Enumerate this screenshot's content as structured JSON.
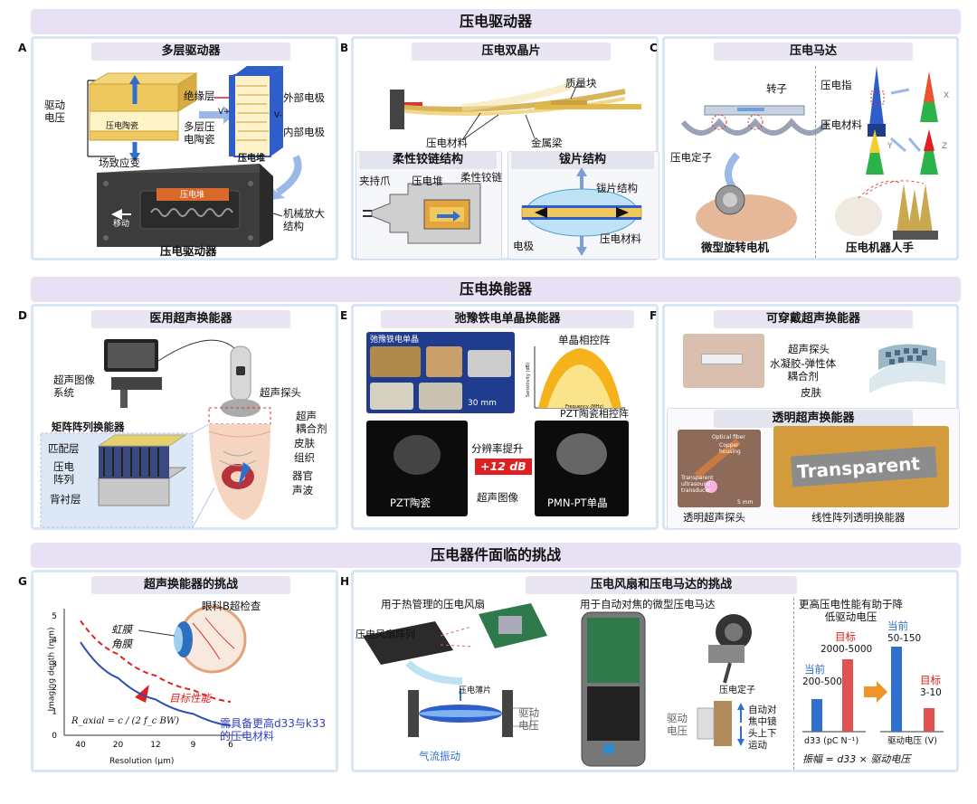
{
  "sections": {
    "actuator": "压电驱动器",
    "transducer": "压电换能器",
    "challenges": "压电器件面临的挑战"
  },
  "A": {
    "letter": "A",
    "title": "多层驱动器",
    "drive_voltage": "驱动\n电压",
    "ceramic": "压电陶瓷",
    "insulation": "绝缘层",
    "multilayer": "多层压\n电陶瓷",
    "outer_electrode": "外部电极",
    "inner_electrode": "内部电极",
    "v_plus": "V+",
    "v_minus": "V-",
    "stack": "压电堆",
    "field_strain": "场致应变",
    "stack_inner": "压电堆",
    "move": "移动",
    "mech_amp": "机械放大\n结构",
    "actuator": "压电驱动器"
  },
  "B": {
    "letter": "B",
    "title": "压电双晶片",
    "mass": "质量块",
    "piezo_material": "压电材料",
    "metal_beam": "金属梁",
    "hinge_title": "柔性铰链结构",
    "gripper": "夹持爪",
    "stack": "压电堆",
    "hinge": "柔性铰链",
    "cymbal_title": "钹片结构",
    "cymbal": "钹片结构",
    "electrode": "电极",
    "piezo_material2": "压电材料"
  },
  "C": {
    "letter": "C",
    "title": "压电马达",
    "rotor": "转子",
    "stator": "压电定子",
    "finger": "压电指",
    "material": "压电材料",
    "x": "X",
    "y": "Y",
    "z": "Z",
    "motor": "微型旋转电机",
    "hand": "压电机器人手"
  },
  "D": {
    "letter": "D",
    "title": "医用超声换能器",
    "imaging": "超声图像\n系统",
    "probe": "超声探头",
    "couplant": "超声\n耦合剂",
    "skin": "皮肤",
    "tissue": "组织",
    "organ": "器官",
    "wave": "声波",
    "matrix": "矩阵阵列换能器",
    "matching": "匹配层",
    "array": "压电\n阵列",
    "backing": "背衬层"
  },
  "E": {
    "letter": "E",
    "title": "弛豫铁电单晶换能器",
    "crystal": "弛豫铁电单晶",
    "scale": "30 mm",
    "phased": "单晶相控阵",
    "pzt_phased": "PZT陶瓷相控阵",
    "sens_axis": "Sensitivity (dB)",
    "freq_axis": "Frequency (MHz)",
    "res": "分辨率提升",
    "gain": "+12 dB",
    "us_image": "超声图像",
    "pzt": "PZT陶瓷",
    "pmn": "PMN-PT单晶"
  },
  "F": {
    "letter": "F",
    "title": "可穿戴超声换能器",
    "us_probe": "超声探头",
    "gel": "水凝胶-弹性体\n耦合剂",
    "skin": "皮肤",
    "transparent_title": "透明超声换能器",
    "fiber": "Optical fiber",
    "copper": "Copper\nhousing",
    "tut": "Transparent\nultrasound\ntransducer",
    "mm": "5 mm",
    "transparent_probe": "透明超声探头",
    "linear": "线性阵列透明换能器",
    "transparent_word": "Transparent"
  },
  "G": {
    "letter": "G",
    "title": "超声换能器的挑战",
    "eye": "眼科B超检查",
    "iris": "虹膜",
    "cornea": "角膜",
    "target": "目标性能",
    "formula": "R_axial = c / (2 f_c BW)",
    "need": "需具备更高d33与k33\n的压电材料",
    "ylabel": "Imaging depth (mm)",
    "xlabel": "Resolution (μm)"
  },
  "H": {
    "letter": "H",
    "title": "压电风扇和压电马达的挑战",
    "fan_title": "用于热管理的压电风扇",
    "fan_array": "压电风扇阵列",
    "film": "压电薄片",
    "airflow": "气流振动",
    "drive_v": "驱动\n电压",
    "motor_title": "用于自动对焦的微型压电马达",
    "stator": "压电定子",
    "drive_v2": "驱动\n电压",
    "autofocus": "自动对\n焦中镜\n头上下\n运动",
    "perf_title": "更高压电性能有助于降\n低驱动电压",
    "current": "当前",
    "target": "目标",
    "d33_cur": "200-500",
    "d33_tgt": "2000-5000",
    "v_cur": "50-150",
    "v_tgt": "3-10",
    "x_d33": "d33 (pC N⁻¹)",
    "x_v": "驱动电压 (V)",
    "formula": "振幅 = d33 × 驱动电压"
  },
  "chart_data": [
    {
      "type": "line",
      "title": "超声换能器的挑战",
      "xlabel": "Resolution (μm)",
      "ylabel": "Imaging depth (mm)",
      "x_ticks": [
        "40",
        "20",
        "12",
        "9",
        "6"
      ],
      "y_ticks": [
        0,
        1,
        2,
        3,
        4,
        5
      ],
      "ylim": [
        0,
        5
      ],
      "series": [
        {
          "name": "",
          "x": [
            40,
            20,
            12,
            9,
            6
          ],
          "y": [
            3.9,
            2.4,
            1.5,
            0.9,
            0.4
          ]
        },
        {
          "name": "目标性能",
          "x": [
            40,
            20,
            12,
            9,
            6
          ],
          "y": [
            4.8,
            3.4,
            2.5,
            1.9,
            1.4
          ]
        }
      ]
    },
    {
      "type": "bar",
      "title": "更高压电性能有助于降低驱动电压",
      "categories": [
        "d33 (pC N⁻¹)",
        "驱动电压 (V)"
      ],
      "series": [
        {
          "name": "当前",
          "values": [
            "200-500",
            "50-150"
          ]
        },
        {
          "name": "目标",
          "values": [
            "2000-5000",
            "3-10"
          ]
        }
      ],
      "colors": {
        "current": "#2f6fd0",
        "target": "#e05252"
      }
    }
  ]
}
